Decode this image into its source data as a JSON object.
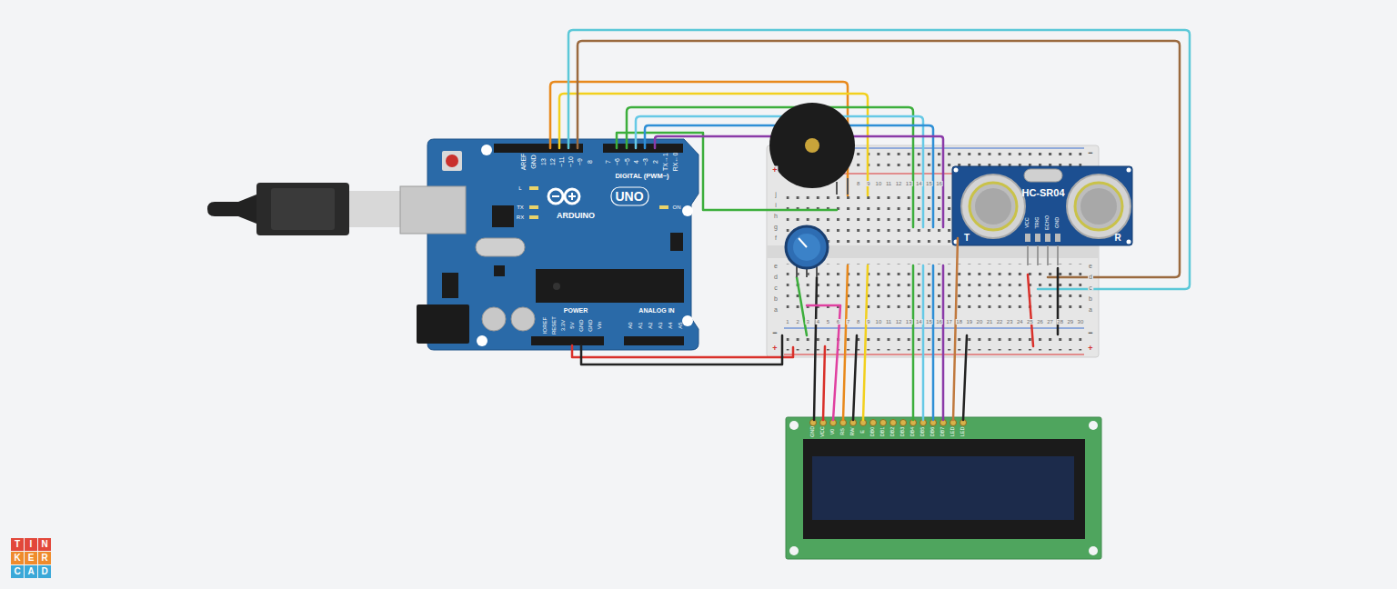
{
  "diagram": {
    "nodes": [
      {
        "text": [
          "AREF",
          "GND",
          "13",
          "12",
          "~11",
          "~10",
          "~9",
          "8",
          "7",
          "~6",
          "~5",
          "4",
          "~3",
          "2",
          "TX→1",
          "RX←0",
          "DIGITAL (PWM~)",
          "L",
          "TX",
          "RX",
          "ARDUINO",
          "UNO",
          "ON",
          "IOREF",
          "RESET",
          "3.3V",
          "5V",
          "GND",
          "GND",
          "Vin",
          "POWER",
          "ANALOG IN",
          "A0",
          "A1",
          "A2",
          "A3",
          "A4",
          "A5"
        ]
      },
      {
        "text": [
          "HC-SR04",
          "VCC",
          "TRIG",
          "ECHO",
          "GND",
          "T",
          "R"
        ]
      },
      {
        "text": [
          "GND",
          "VCC",
          "V0",
          "RS",
          "RW",
          "E",
          "DB0",
          "DB1",
          "DB2",
          "DB3",
          "DB4",
          "DB5",
          "DB6",
          "DB7",
          "LED",
          "LED"
        ]
      },
      {
        "text": [
          "8",
          "9",
          "10",
          "11",
          "12",
          "13",
          "14",
          "15",
          "16",
          "1",
          "2",
          "3",
          "4",
          "5",
          "6",
          "7",
          "8",
          "9",
          "10",
          "11",
          "12",
          "13",
          "14",
          "15",
          "16",
          "17",
          "18",
          "19",
          "20",
          "21",
          "22",
          "23",
          "24",
          "25",
          "26",
          "27",
          "28",
          "29",
          "30",
          "j",
          "i",
          "h",
          "g",
          "f",
          "e",
          "d",
          "c",
          "b",
          "a",
          "e",
          "d",
          "c",
          "b",
          "a",
          "+",
          "−",
          "+",
          "−",
          "−",
          "+"
        ]
      }
    ],
    "labels": [
      "T",
      "I",
      "N",
      "K",
      "E",
      "R",
      "C",
      "A",
      "D"
    ]
  }
}
